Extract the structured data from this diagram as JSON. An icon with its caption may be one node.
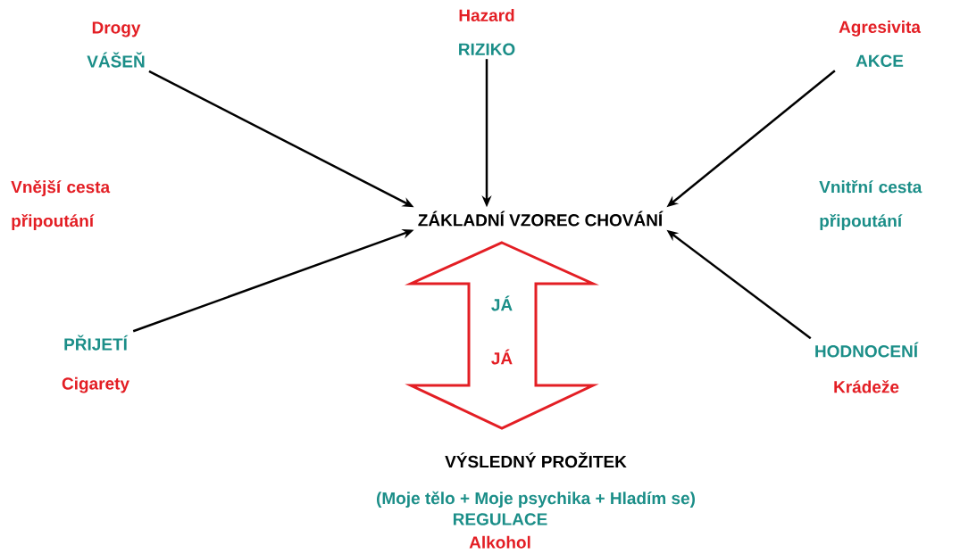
{
  "diagram": {
    "nodes": [
      {
        "text": [
          "Drogy",
          "VÁŠEŇ"
        ]
      },
      {
        "text": [
          "Hazard",
          "RIZIKO"
        ]
      },
      {
        "text": [
          "Agresivita",
          "AKCE"
        ]
      },
      {
        "text": [
          "ZÁKLADNÍ VZOREC CHOVÁNÍ"
        ]
      },
      {
        "text": [
          "JÁ",
          "JÁ"
        ]
      },
      {
        "text": [
          "PŘIJETÍ",
          "Cigarety"
        ]
      },
      {
        "text": [
          "HODNOCENÍ",
          "Krádeže"
        ]
      },
      {
        "text": [
          "VÝSLEDNÝ PROŽITEK",
          "(Moje tělo + Moje psychika + Hladím se)"
        ]
      },
      {
        "text": [
          "REGULACE",
          "Alkohol"
        ]
      }
    ],
    "edges": [
      {
        "from": 0,
        "to": 3,
        "arrow": "to"
      },
      {
        "from": 1,
        "to": 3,
        "arrow": "to"
      },
      {
        "from": 2,
        "to": 3,
        "arrow": "to"
      },
      {
        "from": 5,
        "to": 3,
        "arrow": "to"
      },
      {
        "from": 6,
        "to": 3,
        "arrow": "to"
      }
    ],
    "labels": [
      "Vnější cesta připoutání",
      "Vnitřní cesta připoutání"
    ]
  }
}
